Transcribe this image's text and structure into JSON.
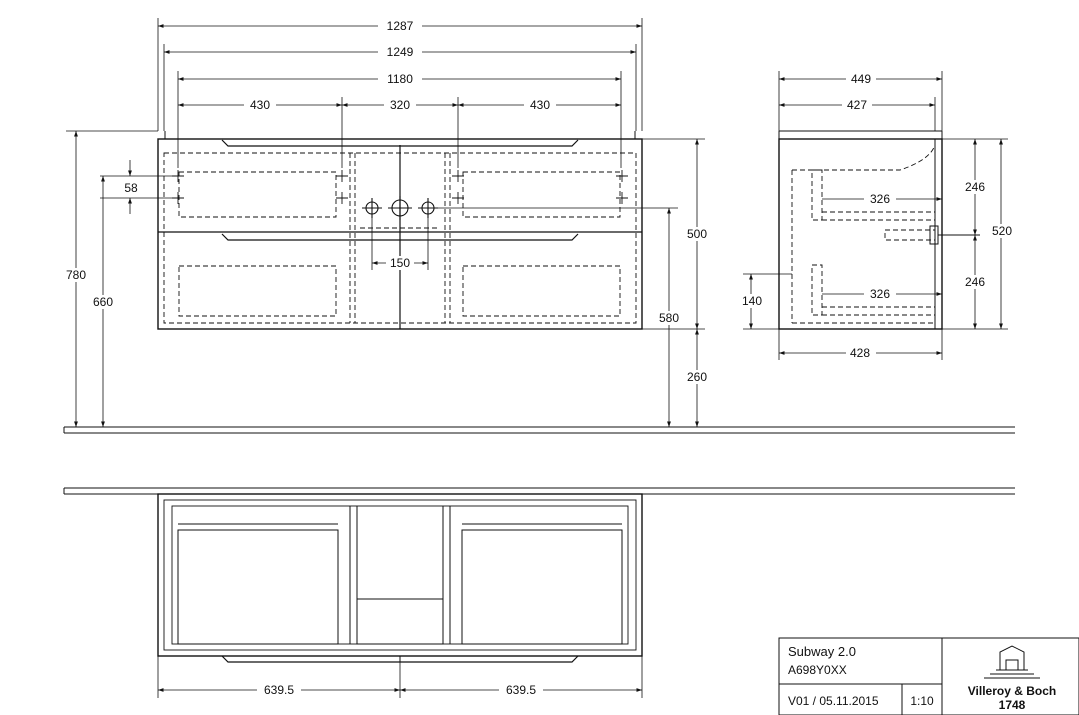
{
  "front_view": {
    "widths": [
      "1287",
      "1249",
      "1180"
    ],
    "segments": [
      "430",
      "320",
      "430"
    ],
    "offset": "58",
    "tap_spacing": "150",
    "heights_left": [
      "780",
      "660"
    ],
    "heights_right": [
      "500",
      "580",
      "260"
    ]
  },
  "side_view": {
    "widths": [
      "449",
      "427"
    ],
    "bottom_width": "428",
    "drawer_depth_top": "326",
    "drawer_depth_bottom": "326",
    "height_top": "246",
    "height_bottom": "246",
    "total_height": "520",
    "base_height": "140"
  },
  "bottom_view": {
    "half_widths": [
      "639.5",
      "639.5"
    ]
  },
  "title_block": {
    "product": "Subway 2.0",
    "article": "A698Y0XX",
    "version": "V01 / 05.11.2015",
    "scale": "1:10",
    "brand": "Villeroy & Boch",
    "year": "1748"
  }
}
